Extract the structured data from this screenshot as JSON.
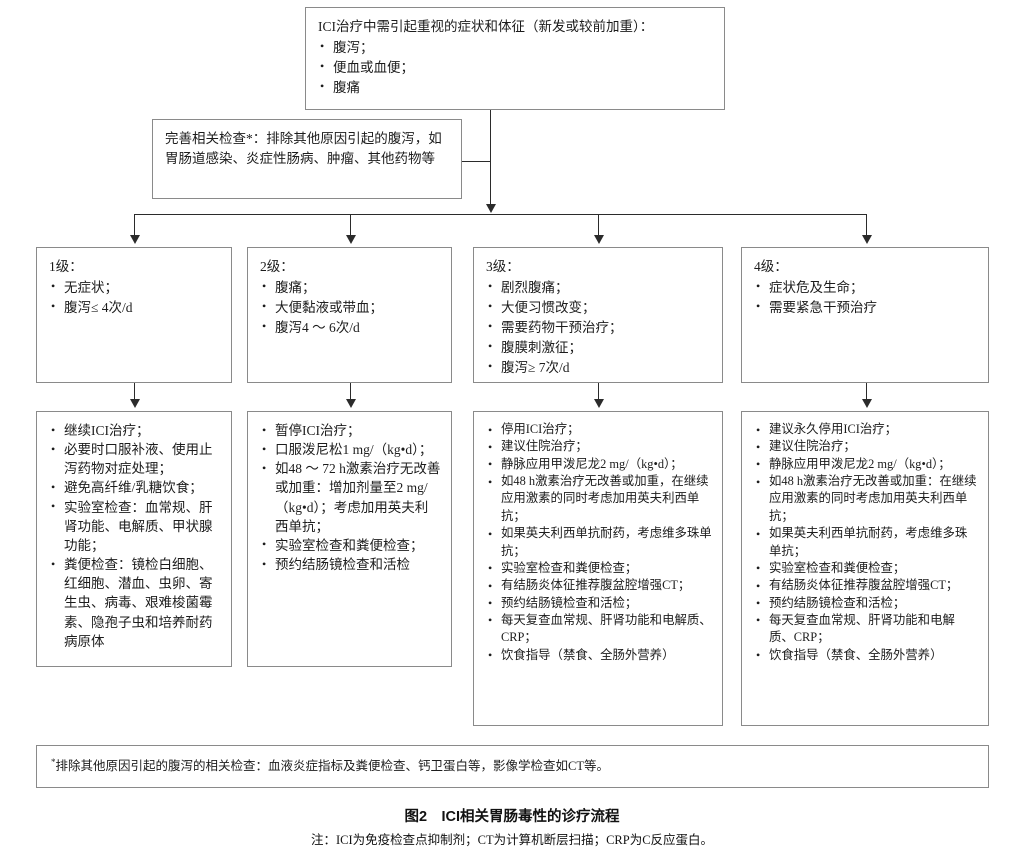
{
  "figure": {
    "caption_title": "图2　ICI相关胃肠毒性的诊疗流程",
    "caption_note": "注：ICI为免疫检查点抑制剂；CT为计算机断层扫描；CRP为C反应蛋白。"
  },
  "symptoms_box": {
    "heading": "ICI治疗中需引起重视的症状和体征（新发或较前加重）：",
    "items": [
      "腹泻；",
      "便血或血便；",
      "腹痛"
    ]
  },
  "workup_box": {
    "text": "完善相关检查*：排除其他原因引起的腹泻，如胃肠道感染、炎症性肠病、肿瘤、其他药物等",
    "marker": "*"
  },
  "grades": [
    {
      "heading": "1级：",
      "items": [
        "无症状；",
        "腹泻≤ 4次/d"
      ]
    },
    {
      "heading": "2级：",
      "items": [
        "腹痛；",
        "大便黏液或带血；",
        "腹泻4 ～ 6次/d"
      ]
    },
    {
      "heading": "3级：",
      "items": [
        "剧烈腹痛；",
        "大便习惯改变；",
        "需要药物干预治疗；",
        "腹膜刺激征；",
        "腹泻≥ 7次/d"
      ]
    },
    {
      "heading": "4级：",
      "items": [
        "症状危及生命；",
        "需要紧急干预治疗"
      ]
    }
  ],
  "treatments": [
    {
      "items": [
        "继续ICI治疗；",
        "必要时口服补液、使用止泻药物对症处理；",
        "避免高纤维/乳糖饮食；",
        "实验室检查：血常规、肝肾功能、电解质、甲状腺功能；",
        "粪便检查：镜检白细胞、红细胞、潜血、虫卵、寄生虫、病毒、艰难梭菌霉素、隐孢子虫和培养耐药病原体"
      ]
    },
    {
      "items": [
        "暂停ICI治疗；",
        "口服泼尼松1 mg/（kg•d）；",
        "如48 ～ 72 h激素治疗无改善或加重：增加剂量至2 mg/（kg•d）；考虑加用英夫利西单抗；",
        "实验室检查和粪便检查；",
        "预约结肠镜检查和活检"
      ]
    },
    {
      "items": [
        "停用ICI治疗；",
        "建议住院治疗；",
        "静脉应用甲泼尼龙2 mg/（kg•d）；",
        "如48 h激素治疗无改善或加重，在继续应用激素的同时考虑加用英夫利西单抗；",
        "如果英夫利西单抗耐药，考虑维多珠单抗；",
        "实验室检查和粪便检查；",
        "有结肠炎体征推荐腹盆腔增强CT；",
        "预约结肠镜检查和活检；",
        "每天复查血常规、肝肾功能和电解质、CRP；",
        "饮食指导（禁食、全肠外营养）"
      ]
    },
    {
      "items": [
        "建议永久停用ICI治疗；",
        "建议住院治疗；",
        "静脉应用甲泼尼龙2 mg/（kg•d）；",
        "如48 h激素治疗无改善或加重：在继续应用激素的同时考虑加用英夫利西单抗；",
        "如果英夫利西单抗耐药，考虑维多珠单抗；",
        "实验室检查和粪便检查；",
        "有结肠炎体征推荐腹盆腔增强CT；",
        "预约结肠镜检查和活检；",
        "每天复查血常规、肝肾功能和电解质、CRP；",
        "饮食指导（禁食、全肠外营养）"
      ]
    }
  ],
  "footnote": {
    "marker": "*",
    "text": "排除其他原因引起的腹泻的相关检查：血液炎症指标及粪便检查、钙卫蛋白等，影像学检查如CT等。"
  }
}
